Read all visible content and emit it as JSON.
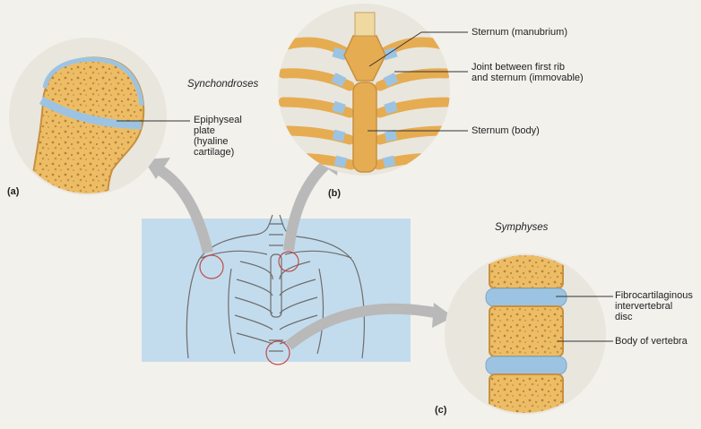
{
  "titles": {
    "synchondroses": "Synchondroses",
    "symphyses": "Symphyses"
  },
  "parts": {
    "a": "(a)",
    "b": "(b)",
    "c": "(c)"
  },
  "labels": {
    "epiphyseal_line1": "Epiphyseal",
    "epiphyseal_line2": "plate",
    "epiphyseal_line3": "(hyaline",
    "epiphyseal_line4": "cartilage)",
    "manubrium": "Sternum (manubrium)",
    "joint_line1": "Joint between first rib",
    "joint_line2": "and sternum (immovable)",
    "sternum_body": "Sternum (body)",
    "fibro_line1": "Fibrocartilaginous",
    "fibro_line2": "intervertebral",
    "fibro_line3": "disc",
    "vertebra_body": "Body of vertebra"
  },
  "colors": {
    "background": "#f3f1ec",
    "bone": "#e8b25a",
    "bone_light": "#f3d08a",
    "cartilage": "#9cc4e2",
    "circle_bg": "#e9e6de",
    "body_panel": "#c3dced",
    "arrow": "#b9b9b9"
  }
}
